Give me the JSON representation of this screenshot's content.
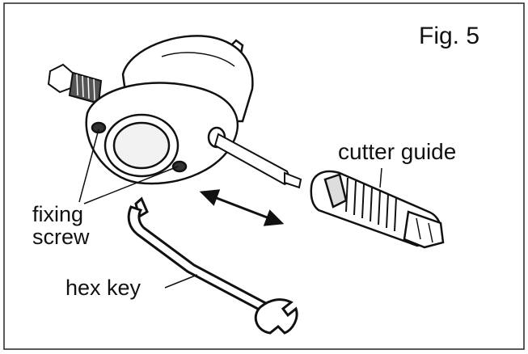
{
  "figure": {
    "title": "Fig. 5",
    "labels": {
      "cutter_guide": "cutter guide",
      "fixing_screw_line1": "fixing",
      "fixing_screw_line2": "screw",
      "hex_key": "hex key"
    },
    "colors": {
      "ink": "#111111",
      "paper": "#ffffff",
      "frame": "#222222"
    }
  }
}
